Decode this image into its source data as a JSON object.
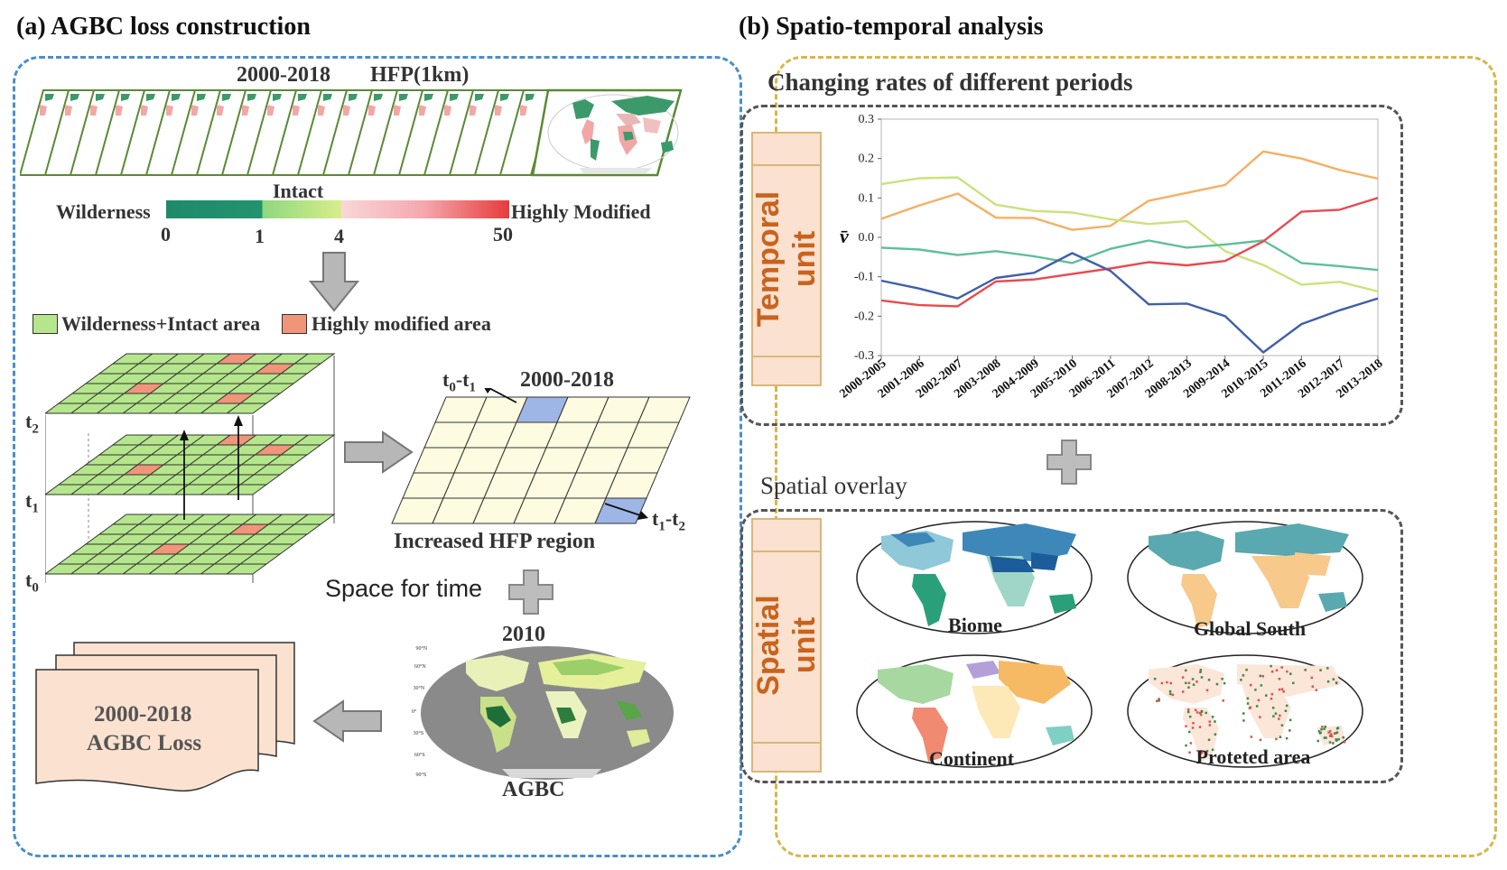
{
  "panel_a": {
    "title": "(a) AGBC loss construction",
    "hfp_caption_years": "2000-2018",
    "hfp_caption_res": "HFP(1km)",
    "scale": {
      "left": "Wilderness",
      "mid": "Intact",
      "right": "Highly Modified",
      "ticks": [
        "0",
        "1",
        "4",
        "50"
      ]
    },
    "legend": {
      "green": "Wilderness+Intact area",
      "red": "Highly modified area"
    },
    "time_labels": {
      "t2": "t",
      "t2_sub": "2",
      "t1": "t",
      "t1_sub": "1",
      "t0": "t",
      "t0_sub": "0"
    },
    "increase": {
      "years": "2000-2018",
      "l01": "t",
      "l01_s0": "0",
      "l01_dash": "-t",
      "l01_s1": "1",
      "l12": "t",
      "l12_s1": "1",
      "l12_dash": "-t",
      "l12_s2": "2",
      "caption": "Increased  HFP region"
    },
    "space_for_time": "Space for time",
    "agbc_year": "2010",
    "agbc_caption": "AGBC",
    "loss_doc": {
      "line1": "2000-2018",
      "line2": "AGBC Loss"
    },
    "lat_labels": [
      "90°N",
      "60°N",
      "30°N",
      "0°",
      "30°S",
      "60°S",
      "90°S"
    ],
    "colors": {
      "green_cell": "#b5e68c",
      "red_cell": "#f0957a",
      "blue_cell": "#9eb6e6",
      "cream_cell": "#fdfbe0"
    }
  },
  "panel_b": {
    "title": "(b) Spatio-temporal analysis",
    "chart_title": "Changing rates of different periods",
    "temporal_unit": [
      "Temporal",
      "unit"
    ],
    "spatial_overlay": "Spatial overlay",
    "spatial_unit": [
      "Spatial",
      "unit"
    ],
    "maps": [
      "Biome",
      "Global South",
      "Continent",
      "Proteted area"
    ]
  },
  "chart_data": {
    "type": "line",
    "title": "Changing rates of different periods",
    "ylabel": "v̄",
    "ylim": [
      -0.3,
      0.3
    ],
    "yticks": [
      "0.3",
      "0.2",
      "0.1",
      "0.0",
      "-0.1",
      "-0.2",
      "-0.3"
    ],
    "categories": [
      "2000-2005",
      "2001-2006",
      "2002-2007",
      "2003-2008",
      "2004-2009",
      "2005-2010",
      "2006-2011",
      "2007-2012",
      "2008-2013",
      "2009-2014",
      "2010-2015",
      "2011-2016",
      "2012-2017",
      "2013-2018"
    ],
    "series": [
      {
        "color": "#f5b063",
        "values": [
          0.047,
          0.081,
          0.111,
          0.05,
          0.049,
          0.019,
          0.029,
          0.093,
          0.113,
          0.133,
          0.218,
          0.2,
          0.171,
          0.149
        ]
      },
      {
        "color": "#c8e37a",
        "values": [
          0.135,
          0.15,
          0.152,
          0.083,
          0.067,
          0.063,
          0.046,
          0.034,
          0.041,
          -0.035,
          -0.07,
          -0.12,
          -0.113,
          -0.137
        ]
      },
      {
        "color": "#5dbf9a",
        "values": [
          -0.026,
          -0.031,
          -0.045,
          -0.035,
          -0.048,
          -0.065,
          -0.029,
          -0.008,
          -0.026,
          -0.018,
          -0.008,
          -0.065,
          -0.073,
          -0.083
        ]
      },
      {
        "color": "#e84a4f",
        "values": [
          -0.16,
          -0.172,
          -0.175,
          -0.112,
          -0.107,
          -0.093,
          -0.079,
          -0.063,
          -0.071,
          -0.06,
          -0.01,
          0.065,
          0.07,
          0.1
        ]
      },
      {
        "color": "#3f5fa8",
        "values": [
          -0.11,
          -0.13,
          -0.155,
          -0.103,
          -0.09,
          -0.04,
          -0.085,
          -0.17,
          -0.168,
          -0.2,
          -0.292,
          -0.22,
          -0.185,
          -0.155
        ]
      }
    ]
  }
}
